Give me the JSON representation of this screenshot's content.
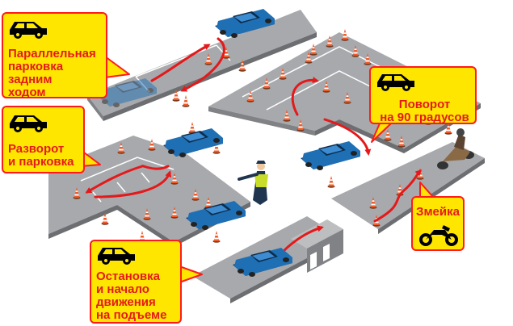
{
  "callouts": {
    "parallel": {
      "lines": [
        "Параллельная",
        "парковка",
        "задним",
        "ходом"
      ],
      "icon": "car-icon"
    },
    "uturn": {
      "lines": [
        "Разворот",
        "и парковка"
      ],
      "icon": "car-icon"
    },
    "turn90": {
      "lines": [
        "Поворот",
        "на 90 градусов"
      ],
      "icon": "car-icon"
    },
    "snake": {
      "lines": [
        "Змейка"
      ],
      "icon": "motorcycle-icon"
    },
    "hill": {
      "lines": [
        "Остановка",
        "и начало",
        "движения",
        "на подъеме"
      ],
      "icon": "car-icon"
    }
  },
  "colors": {
    "callout_fill": "#ffe600",
    "callout_border": "#ff1a1a",
    "label_text": "#e4191b",
    "road": "#a7a9ac",
    "road_side": "#6d6e71",
    "arrow": "#e4191b",
    "car_blue": "#1f6fb4",
    "car_ghost": "#bcd6ee",
    "cone": "#f05a28"
  }
}
